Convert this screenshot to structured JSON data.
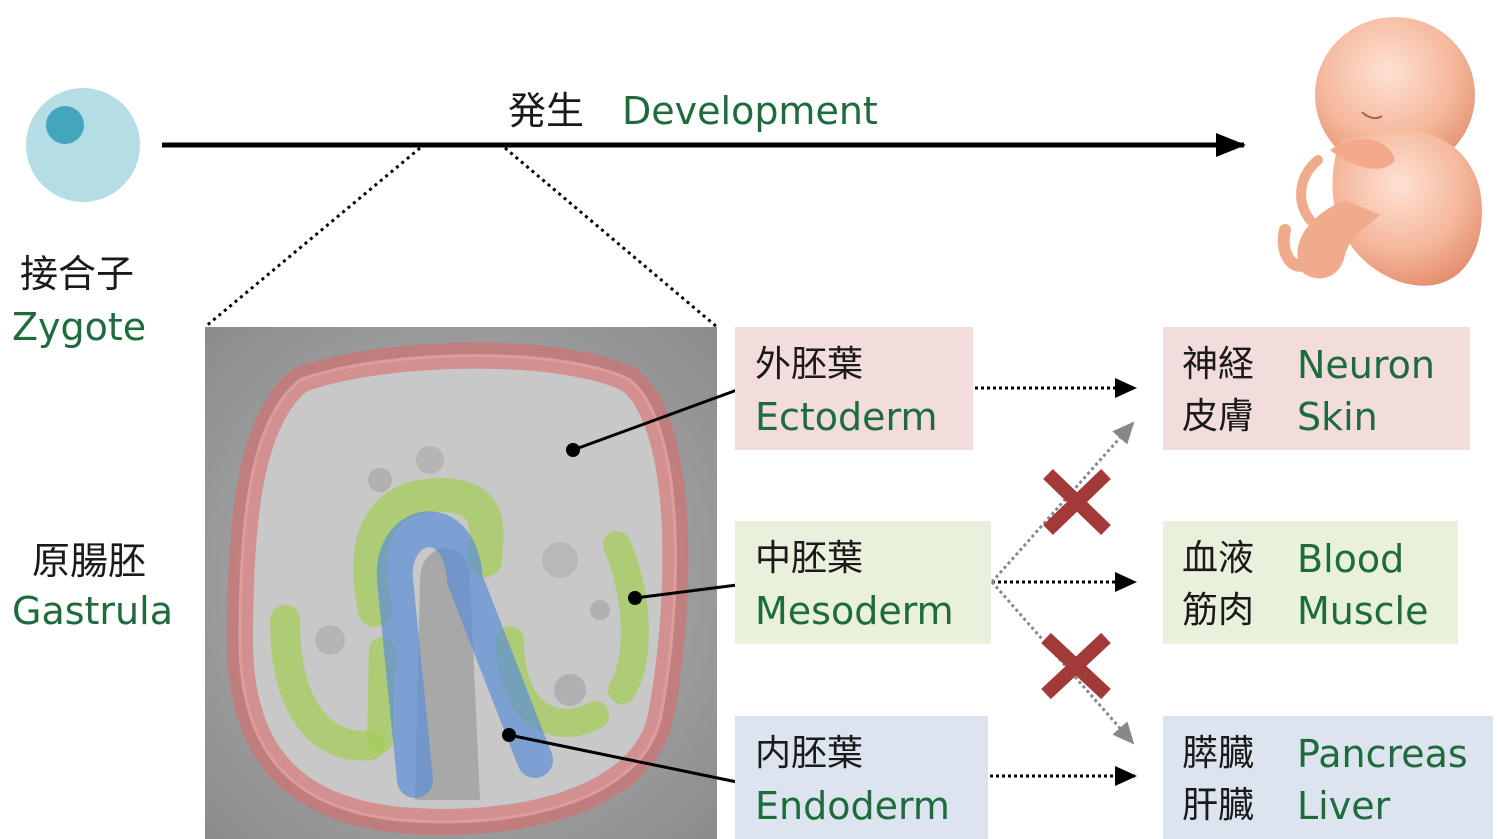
{
  "development": {
    "jp": "発生",
    "en": "Development"
  },
  "zygote": {
    "jp": "接合子",
    "en": "Zygote"
  },
  "gastrula": {
    "jp": "原腸胚",
    "en": "Gastrula"
  },
  "germ_layers": [
    {
      "jp": "外胚葉",
      "en": "Ectoderm",
      "color": "#f2dcdc"
    },
    {
      "jp": "中胚葉",
      "en": "Mesoderm",
      "color": "#e9f0dc"
    },
    {
      "jp": "内胚葉",
      "en": "Endoderm",
      "color": "#dce4ef"
    }
  ],
  "fates": [
    {
      "jp1": "神経",
      "en1": "Neuron",
      "jp2": "皮膚",
      "en2": "Skin"
    },
    {
      "jp1": "血液",
      "en1": "Blood",
      "jp2": "筋肉",
      "en2": "Muscle"
    },
    {
      "jp1": "膵臓",
      "en1": "Pancreas",
      "jp2": "肝臓",
      "en2": "Liver"
    }
  ],
  "colors": {
    "ectoderm_overlay": "#d96b6b",
    "mesoderm_overlay": "#a6cc5a",
    "endoderm_overlay": "#5b8fd6",
    "blocked_cross": "#a33a3a",
    "label_green": "#1e6b3c"
  },
  "icons": [
    "zygote-cell-icon",
    "fetus-illustration",
    "blocked-cross-icon"
  ]
}
